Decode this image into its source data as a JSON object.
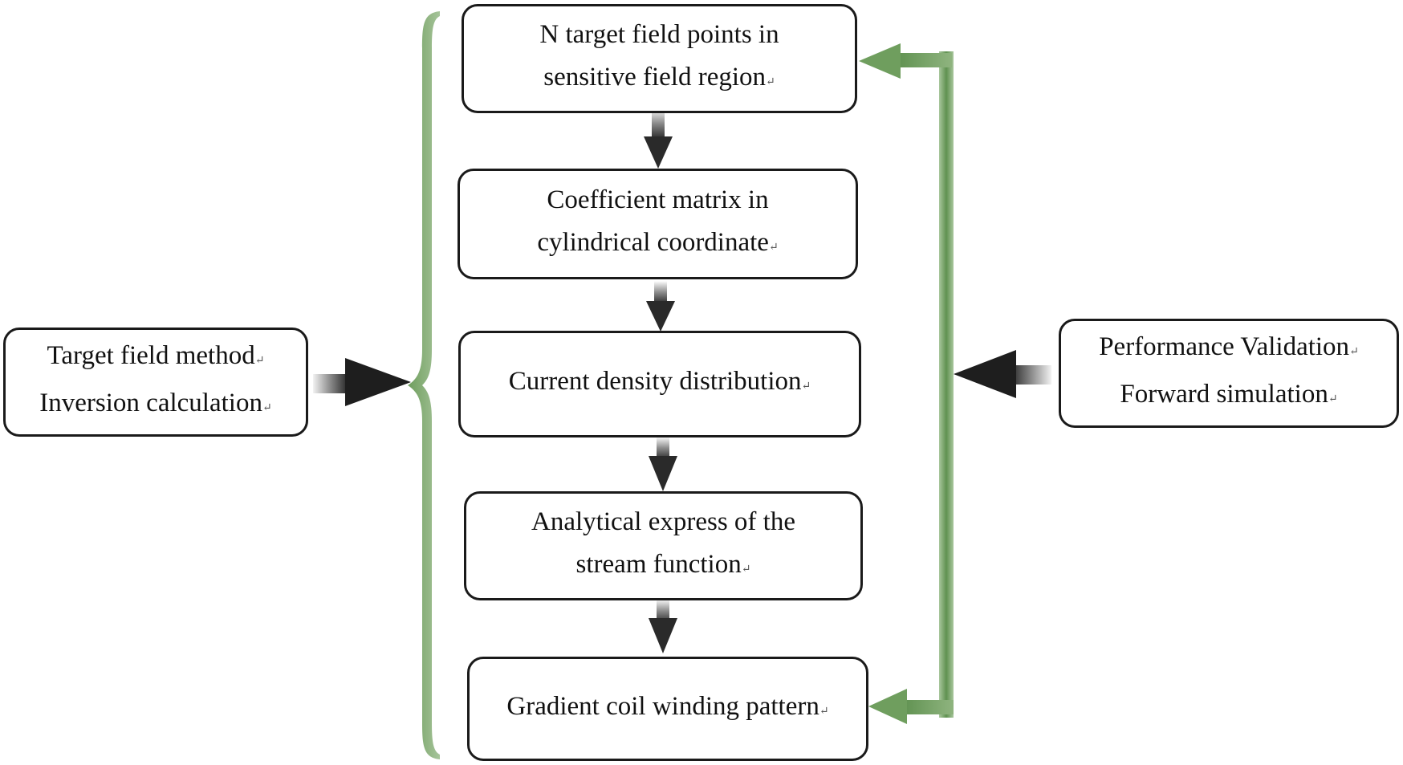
{
  "diagram": {
    "steps": [
      {
        "lines": [
          "N target field points in",
          "sensitive field region"
        ]
      },
      {
        "lines": [
          "Coefficient matrix in",
          "cylindrical coordinate"
        ]
      },
      {
        "lines": [
          "Current density distribution"
        ]
      },
      {
        "lines": [
          "Analytical express of the",
          "stream function"
        ]
      },
      {
        "lines": [
          "Gradient coil winding pattern"
        ]
      }
    ],
    "left_box": {
      "lines": [
        "Target field method",
        "Inversion calculation"
      ]
    },
    "right_box": {
      "lines": [
        "Performance Validation",
        "Forward simulation"
      ]
    },
    "paragraph_mark": "↵",
    "colors": {
      "bracket_green": "#6f9e5e",
      "arrow_dark": "#111111",
      "box_border": "#1a1a1a"
    }
  }
}
